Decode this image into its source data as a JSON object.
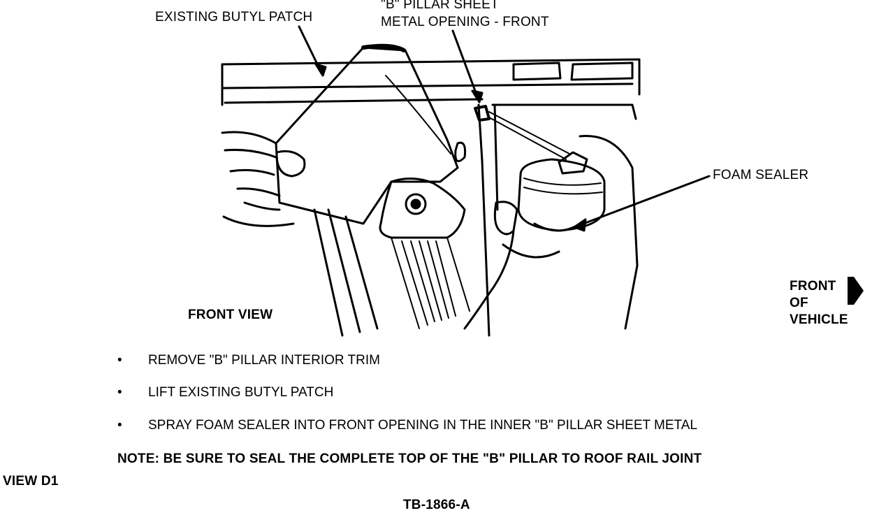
{
  "callouts": {
    "butyl_patch": "EXISTING BUTYL PATCH",
    "b_pillar_line1": "\"B\" PILLAR SHEET",
    "b_pillar_line2": "METAL OPENING - FRONT",
    "foam_sealer": "FOAM SEALER",
    "front_view": "FRONT VIEW",
    "front_of_vehicle": [
      "FRONT",
      "OF",
      "VEHICLE"
    ]
  },
  "instructions": {
    "bullet_symbol": "•",
    "steps": [
      "REMOVE \"B\" PILLAR INTERIOR TRIM",
      "LIFT EXISTING BUTYL PATCH",
      "SPRAY FOAM SEALER INTO FRONT OPENING IN THE INNER \"B\" PILLAR SHEET METAL"
    ],
    "note": "NOTE:  BE SURE TO SEAL THE COMPLETE TOP OF THE \"B\" PILLAR TO ROOF RAIL JOINT"
  },
  "view_label": "VIEW D1",
  "figure_id": "TB-1866-A"
}
